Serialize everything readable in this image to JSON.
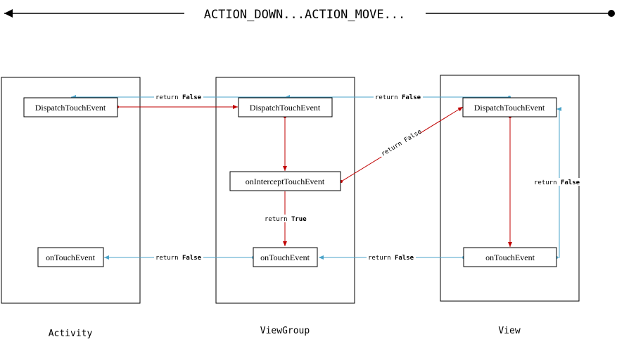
{
  "title": "ACTION_DOWN...ACTION_MOVE...",
  "columns": {
    "activity": "Activity",
    "viewgroup": "ViewGroup",
    "view": "View"
  },
  "nodes": {
    "activity_dispatch": "DispatchTouchEvent",
    "activity_ontouch": "onTouchEvent",
    "viewgroup_dispatch": "DispatchTouchEvent",
    "viewgroup_intercept": "onInterceptTouchEvent",
    "viewgroup_ontouch": "onTouchEvent",
    "view_dispatch": "DispatchTouchEvent",
    "view_ontouch": "onTouchEvent"
  },
  "edge_labels": {
    "vg_to_act_dispatch": {
      "prefix": "return ",
      "value": "False"
    },
    "view_to_vg_dispatch": {
      "prefix": "return ",
      "value": "False"
    },
    "intercept_to_view": {
      "prefix": "return ",
      "value": "False"
    },
    "intercept_true": {
      "prefix": "return ",
      "value": "True"
    },
    "view_return": {
      "prefix": "return ",
      "value": "False"
    },
    "vg_to_act_ontouch": {
      "prefix": "return ",
      "value": "False"
    },
    "view_to_vg_ontouch": {
      "prefix": "return ",
      "value": "False"
    }
  },
  "colors": {
    "dispatch_arrow": "#c00000",
    "return_arrow": "#4aa3c8",
    "outline": "#000000"
  }
}
